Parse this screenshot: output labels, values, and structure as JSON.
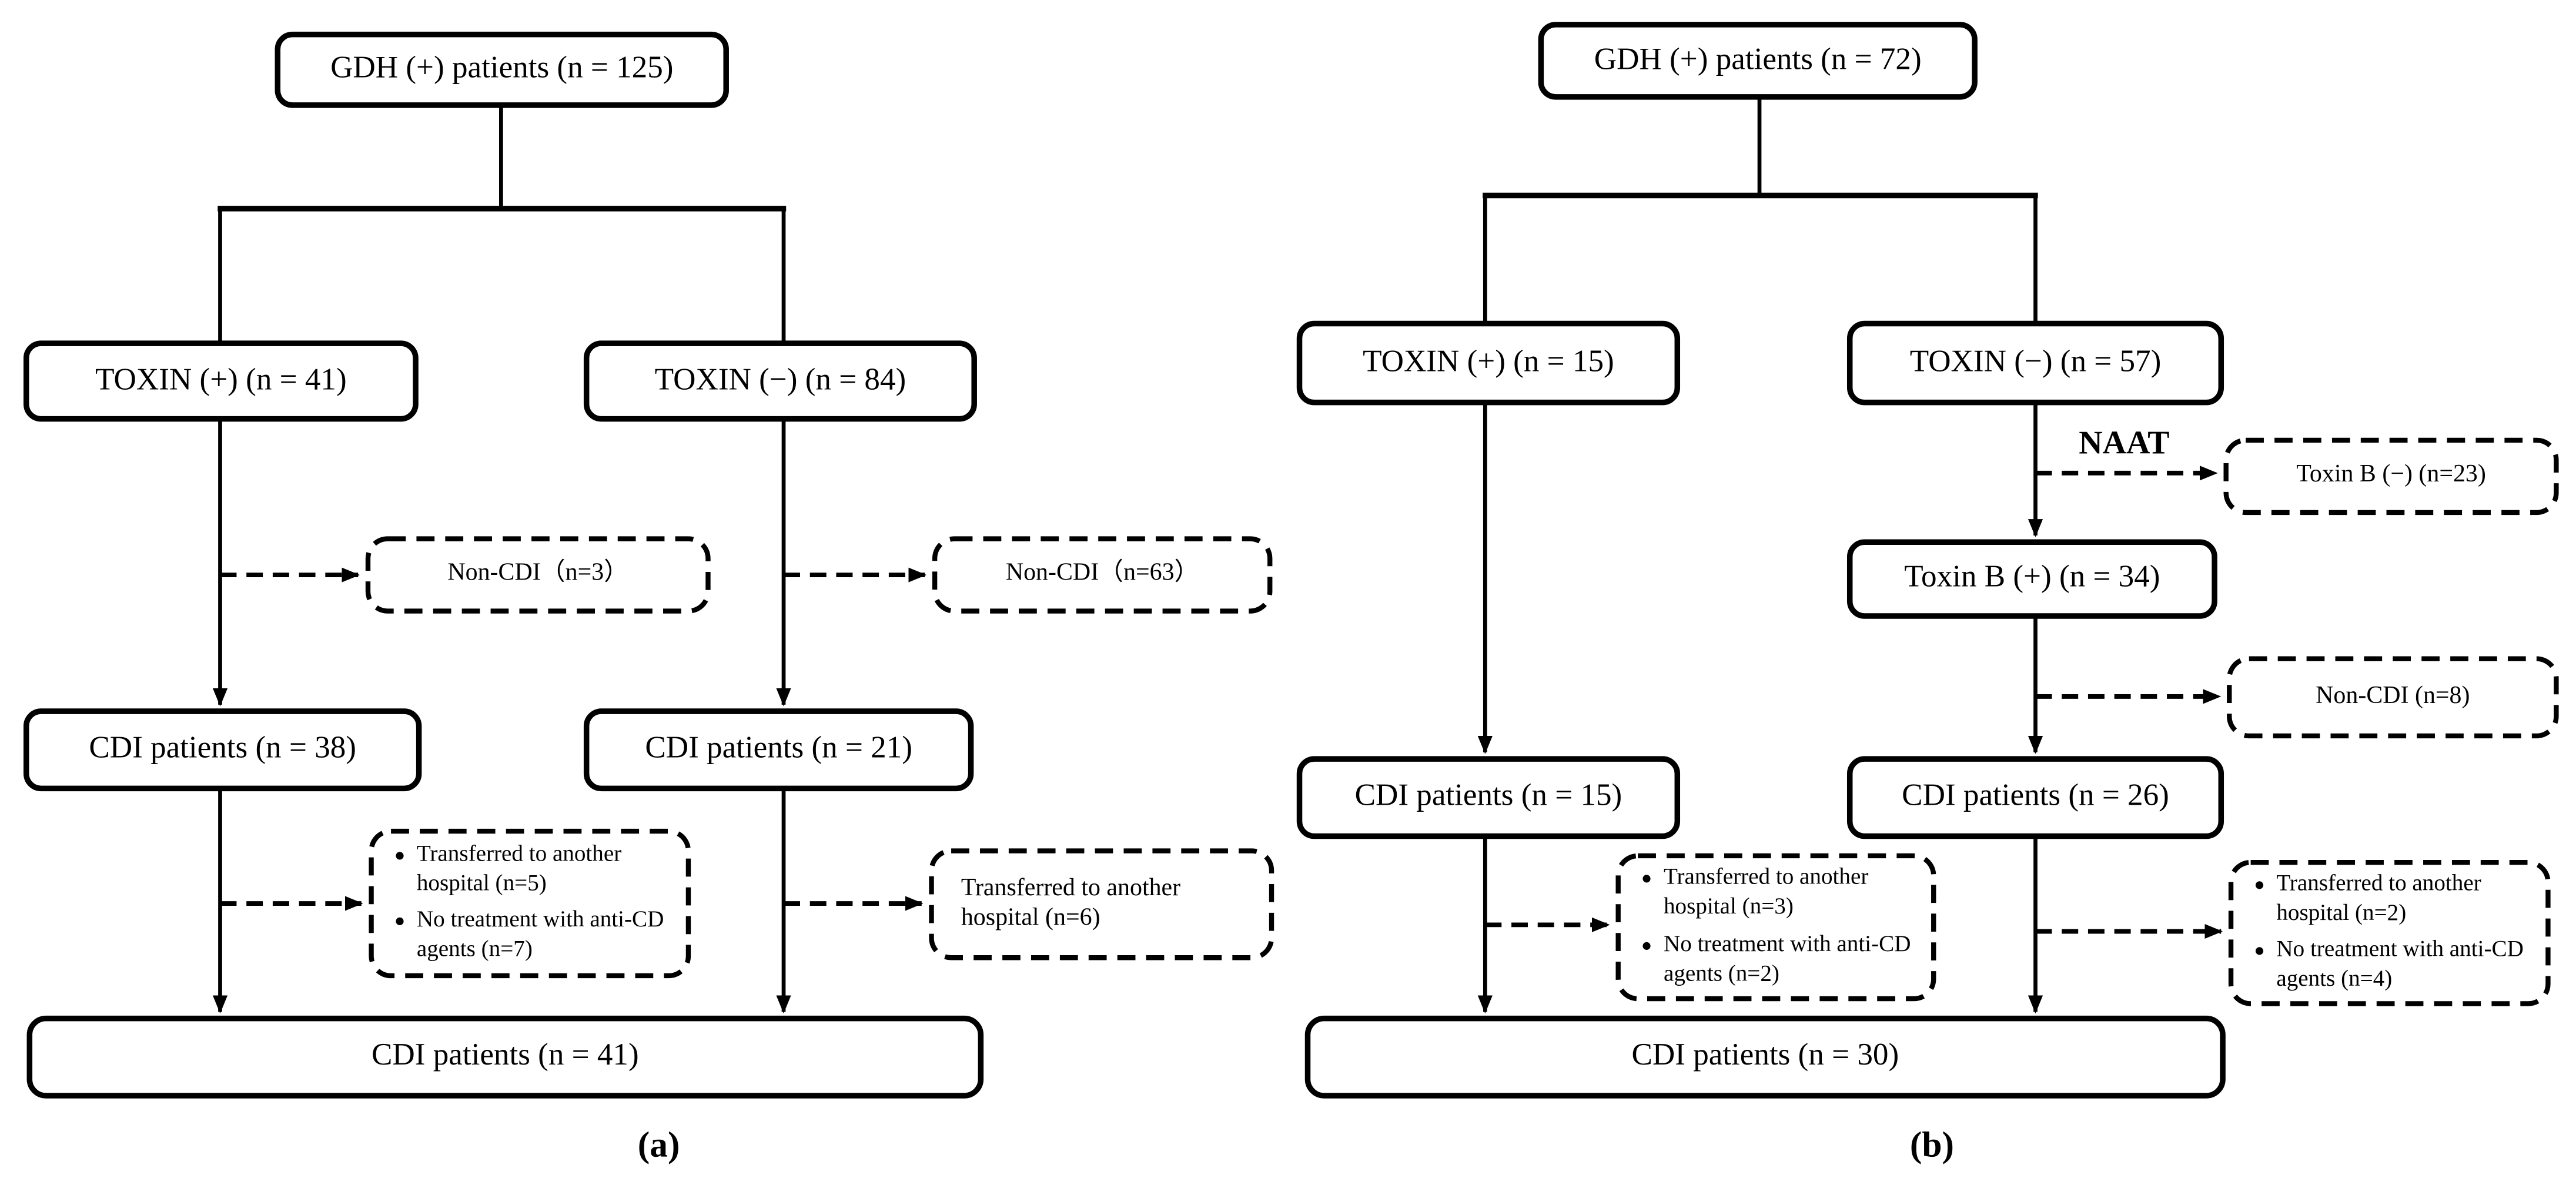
{
  "figure": {
    "bullet_glyph": "●",
    "panel_a": {
      "label": "(a)",
      "gdh": "GDH (+) patients (n = 125)",
      "toxin_pos": "TOXIN (+) (n = 41)",
      "toxin_neg": "TOXIN (−) (n = 84)",
      "non_cdi_pos": "Non-CDI（n=3）",
      "non_cdi_neg": "Non-CDI（n=63）",
      "cdi_pos": "CDI patients (n = 38)",
      "cdi_neg": "CDI patients (n = 21)",
      "excl_pos": {
        "items": [
          "Transferred to another hospital (n=5)",
          "No treatment with anti-CD agents (n=7)"
        ]
      },
      "excl_neg": "Transferred to another hospital (n=6)",
      "final": "CDI patients (n = 41)"
    },
    "panel_b": {
      "label": "(b)",
      "gdh": "GDH (+) patients (n = 72)",
      "toxin_pos": "TOXIN (+) (n = 15)",
      "toxin_neg": "TOXIN (−) (n = 57)",
      "naat": "NAAT",
      "toxin_b_neg": "Toxin B (−)  (n=23)",
      "toxin_b_pos": "Toxin B (+) (n = 34)",
      "non_cdi": "Non-CDI (n=8)",
      "cdi_pos": "CDI patients (n = 15)",
      "cdi_neg": "CDI patients (n = 26)",
      "excl_pos": {
        "items": [
          "Transferred to another hospital (n=3)",
          "No treatment with anti-CD agents (n=2)"
        ]
      },
      "excl_neg": {
        "items": [
          "Transferred to another hospital (n=2)",
          "No treatment with anti-CD agents (n=4)"
        ]
      },
      "final": "CDI patients (n = 30)"
    }
  }
}
